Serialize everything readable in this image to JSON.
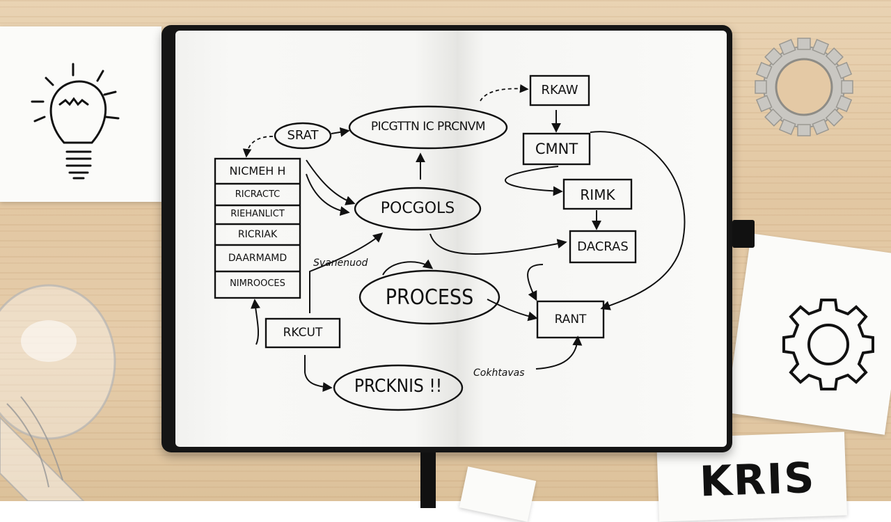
{
  "diagram": {
    "nodes": [
      {
        "id": "start",
        "label": "SRAT",
        "shape": "ellipse"
      },
      {
        "id": "top-oval",
        "label": "PICGTTN IC PRCNVM",
        "shape": "ellipse"
      },
      {
        "id": "pocgols",
        "label": "POCGOLS",
        "shape": "ellipse"
      },
      {
        "id": "process",
        "label": "PROCESS",
        "shape": "ellipse"
      },
      {
        "id": "prcknis",
        "label": "PRCKNIS !!",
        "shape": "ellipse"
      },
      {
        "id": "rkaw",
        "label": "RKAW",
        "shape": "box"
      },
      {
        "id": "cmnt",
        "label": "CMNT",
        "shape": "box"
      },
      {
        "id": "rimk",
        "label": "RIMK",
        "shape": "box"
      },
      {
        "id": "dacras",
        "label": "DACRAS",
        "shape": "box"
      },
      {
        "id": "rant",
        "label": "RANT",
        "shape": "box"
      },
      {
        "id": "rkcut",
        "label": "RKCUT",
        "shape": "box"
      }
    ],
    "list_box": {
      "items": [
        "NICMEH H",
        "RICRACTC",
        "RIEHANLICT",
        "RICRIAK",
        "DAARMAMD",
        "NIMROOCES"
      ]
    },
    "annotations": {
      "left": "Svanenuod",
      "bottom": "Cokhtavas"
    }
  },
  "sticker_bottom": {
    "text": "KRIS"
  },
  "colors": {
    "ink": "#111111",
    "paper": "#f8f8f6",
    "desk": "#e4c9a5",
    "cover": "#151515"
  },
  "icons": [
    "lightbulb-sketch-icon",
    "gear-outline-icon",
    "metal-gear-icon",
    "glass-lightbulb-icon"
  ]
}
